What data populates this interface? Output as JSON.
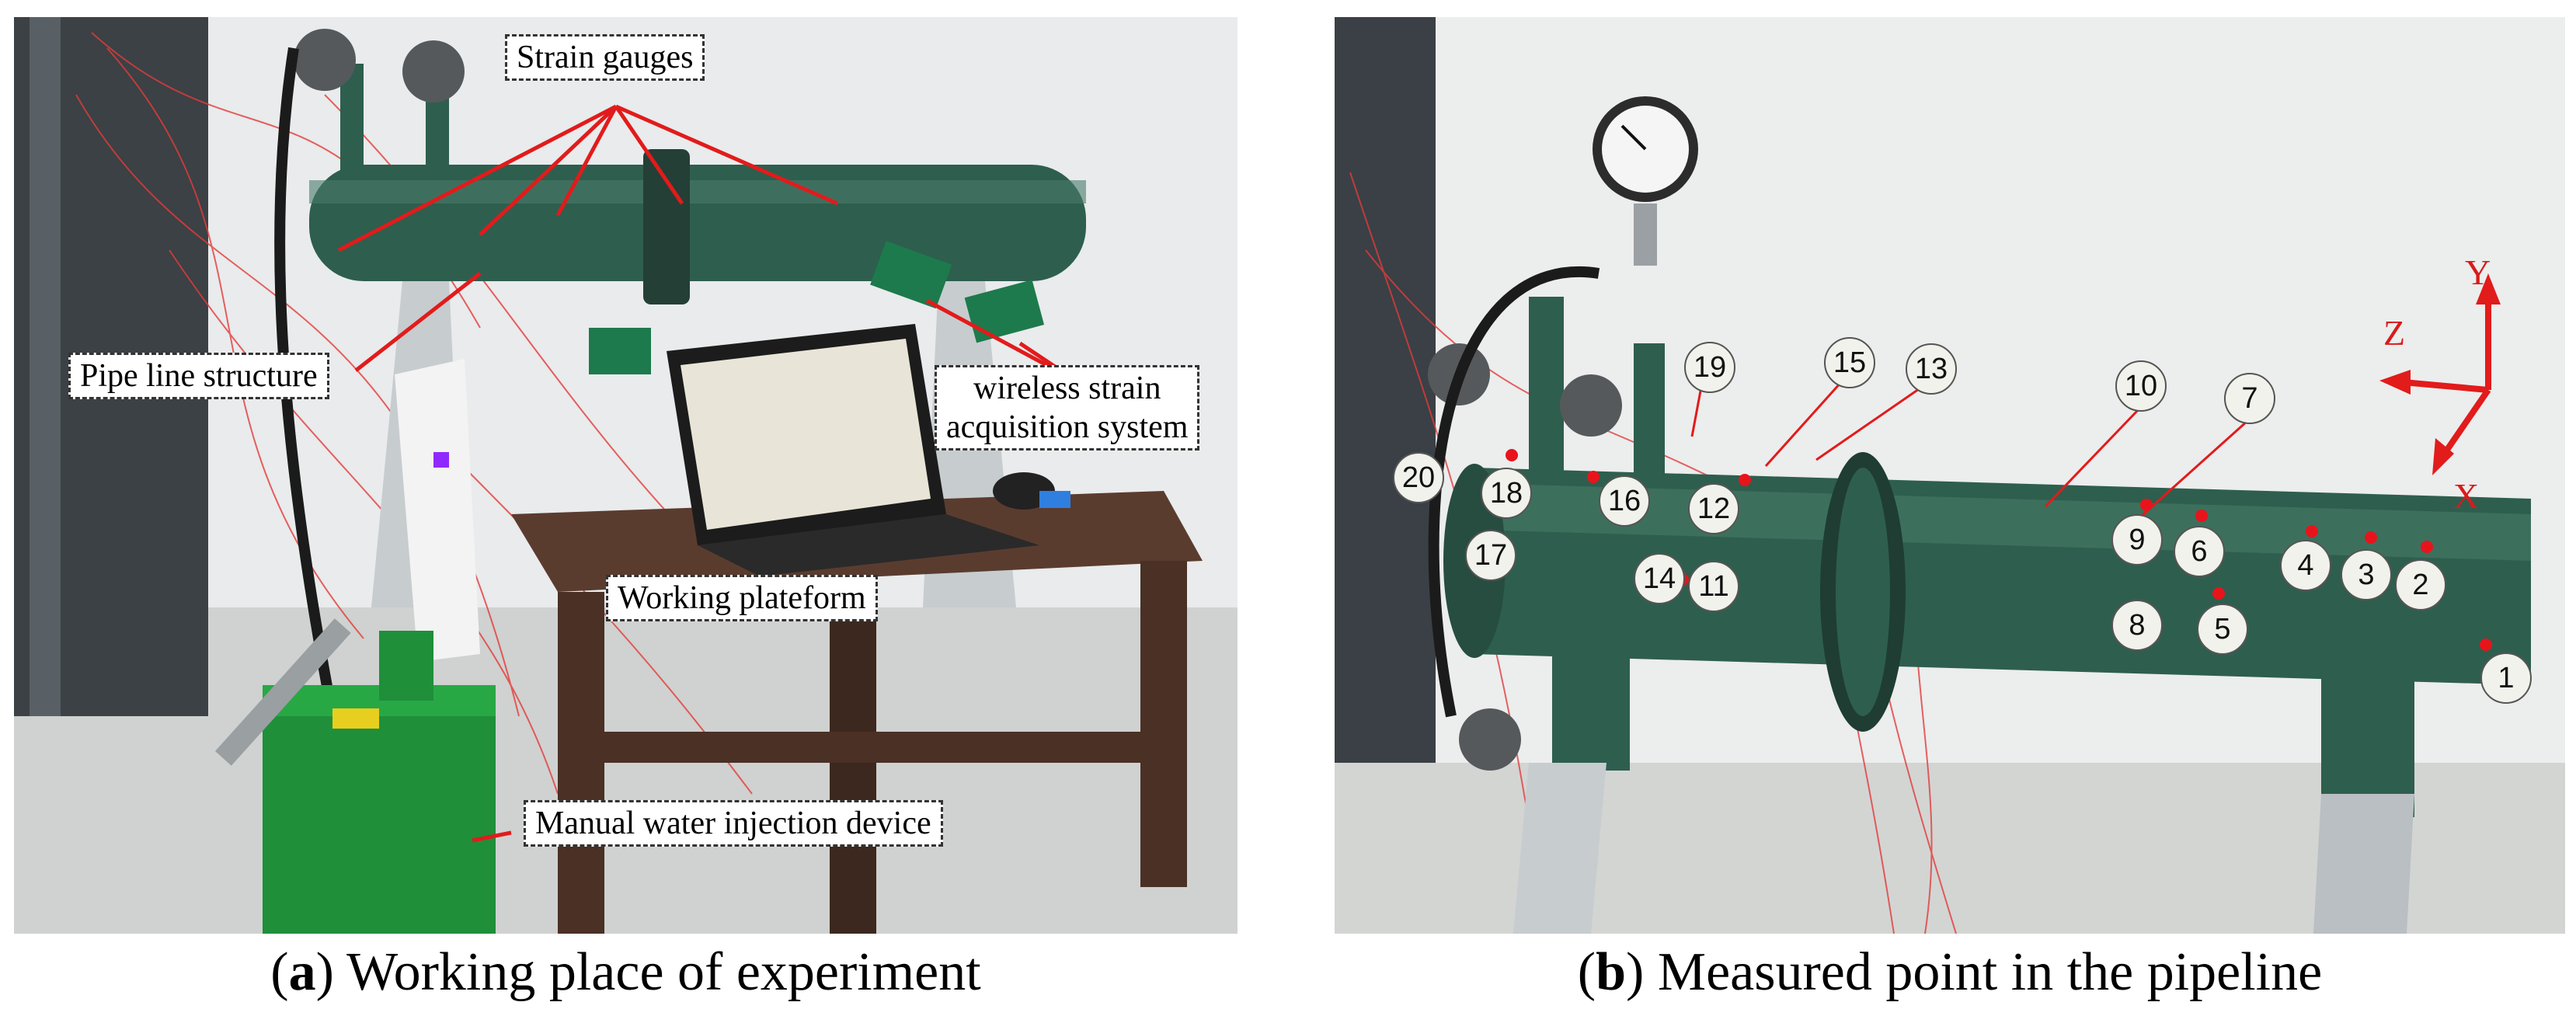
{
  "panel_a": {
    "labels": {
      "strain_gauges": "Strain gauges",
      "pipe_line": "Pipe line structure",
      "wireless_1": "wireless strain",
      "wireless_2": "acquisition system",
      "working": "Working plateform",
      "manual": "Manual water injection device"
    },
    "caption_letter": "a",
    "caption_text": "Working place of experiment"
  },
  "panel_b": {
    "points": [
      "1",
      "2",
      "3",
      "4",
      "5",
      "6",
      "7",
      "8",
      "9",
      "10",
      "11",
      "12",
      "13",
      "14",
      "15",
      "16",
      "17",
      "18",
      "19",
      "20"
    ],
    "axes": {
      "x": "X",
      "y": "Y",
      "z": "Z"
    },
    "caption_letter": "b",
    "caption_text": "Measured point in the pipeline"
  },
  "colors": {
    "pipe": "#2e5e4e",
    "annotation": "#e21b1b",
    "pump": "#1f8f3a"
  }
}
